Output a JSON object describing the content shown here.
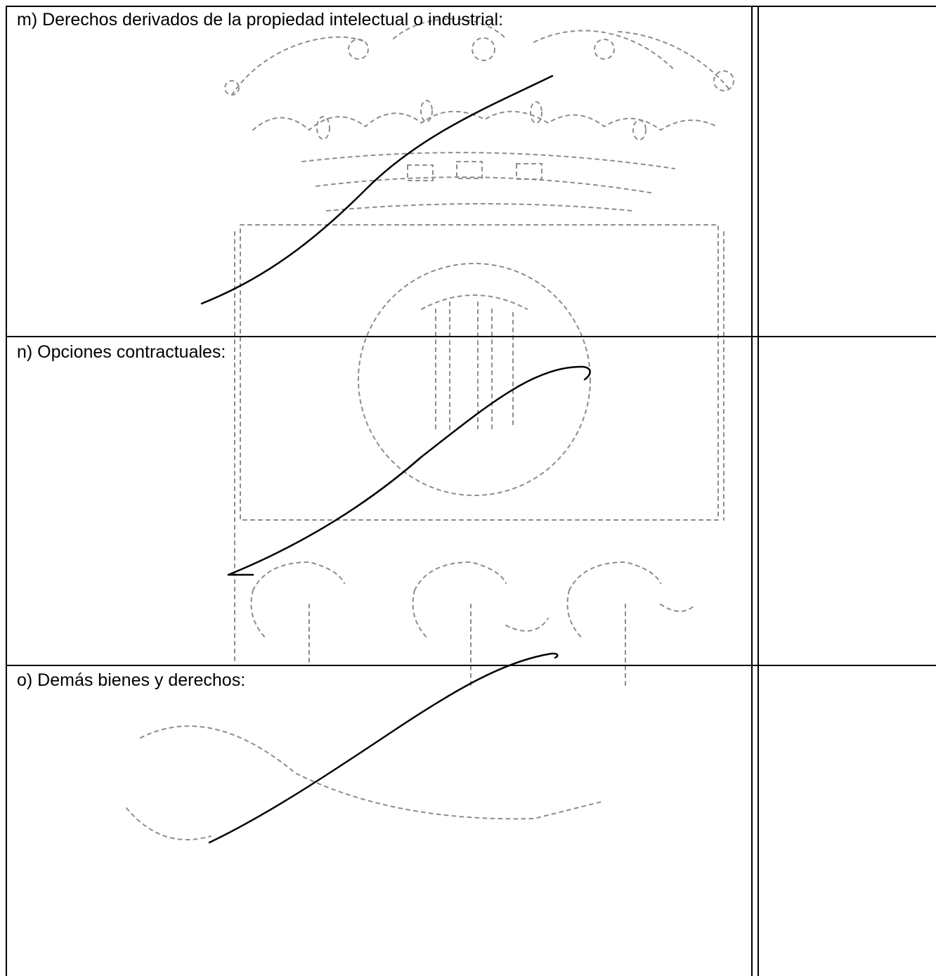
{
  "sections": [
    {
      "id": "m",
      "label": "m) Derechos derivados de la propiedad intelectual o industrial:"
    },
    {
      "id": "n",
      "label": "n) Opciones contractuales:"
    },
    {
      "id": "o",
      "label": "o) Demás bienes y derechos:"
    }
  ],
  "seal": {
    "description_icon": "crown-seal-watermark-icon",
    "color": "#8c8c8c"
  },
  "colors": {
    "ink": "#000000",
    "paper": "#ffffff"
  }
}
